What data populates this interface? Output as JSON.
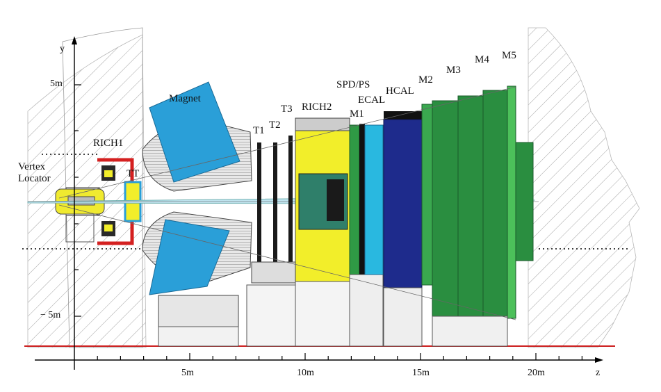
{
  "axes": {
    "y_label": "y",
    "z_label": "z",
    "y_ticks": [
      {
        "label": "5m",
        "value": 5
      },
      {
        "label": "− 5m",
        "value": -5
      }
    ],
    "z_ticks": [
      {
        "label": "5m",
        "value": 5
      },
      {
        "label": "10m",
        "value": 10
      },
      {
        "label": "15m",
        "value": 15
      },
      {
        "label": "20m",
        "value": 20
      }
    ]
  },
  "labels": {
    "vertex": "Vertex",
    "locator": "Locator",
    "rich1": "RICH1",
    "tt": "TT",
    "magnet": "Magnet",
    "t1": "T1",
    "t2": "T2",
    "t3": "T3",
    "rich2": "RICH2",
    "spd_ps": "SPD/PS",
    "m1": "M1",
    "ecal": "ECAL",
    "hcal": "HCAL",
    "m2": "M2",
    "m3": "M3",
    "m4": "M4",
    "m5": "M5"
  },
  "colors": {
    "magnet_blue": "#2a9fd8",
    "rich_yellow": "#f2ee2a",
    "ecal_cyan": "#29b8e0",
    "hcal_navy": "#1e2b8c",
    "muon_green": "#2f9a45",
    "muon_green_light": "#4cc05a",
    "beam_line_red": "#cc1e1e",
    "rich1_red": "#d42020",
    "rich2_teal": "#2f7f6a"
  }
}
